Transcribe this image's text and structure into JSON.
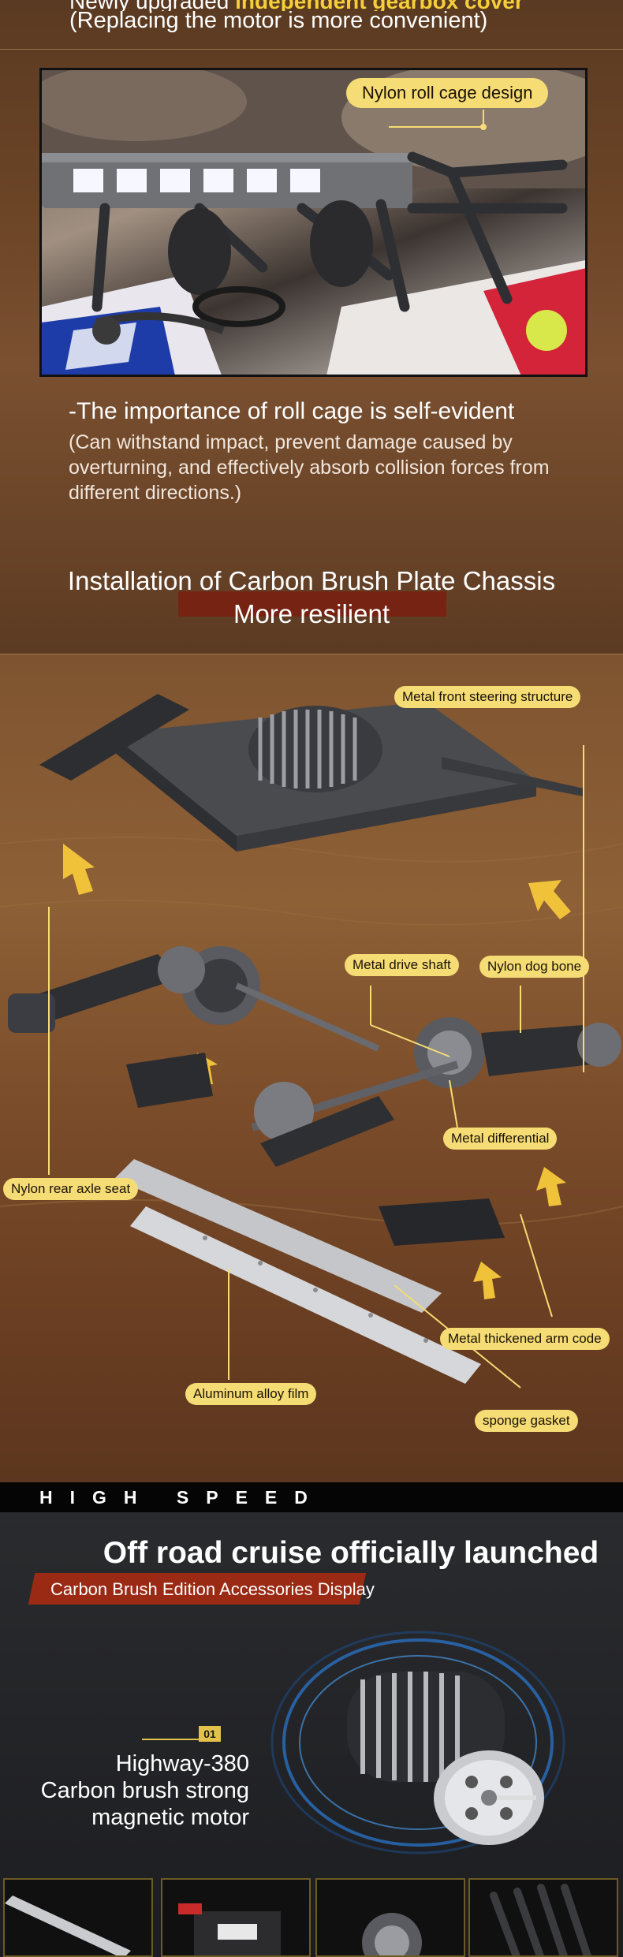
{
  "section_roll_cage": {
    "top_cut_line_plain": "Newly upgraded ",
    "top_cut_line_bold": "independent gearbox cover",
    "top_subtitle": "(Replacing the motor is more convenient)",
    "photo_tag": "Nylon roll cage design",
    "lead": "-The importance of roll cage is self-evident",
    "paragraph": "(Can withstand impact, prevent damage caused by overturning, and effectively absorb collision forces from different directions.)",
    "heading_line1": "Installation of Carbon Brush Plate Chassis",
    "heading_line2": "More resilient"
  },
  "section_chassis": {
    "labels": {
      "front_steering": "Metal front steering structure",
      "drive_shaft": "Metal drive shaft",
      "dog_bone": "Nylon dog bone",
      "differential": "Metal differential",
      "rear_axle": "Nylon rear axle seat",
      "arm_code": "Metal thickened arm code",
      "alloy_film": "Aluminum alloy film",
      "sponge": "sponge gasket"
    }
  },
  "section_high_speed": {
    "bar_text": "HIGH SPEED",
    "title": "Off road cruise officially launched",
    "banner": "Carbon Brush Edition Accessories Display",
    "badge": "01",
    "motor_lines": [
      "Highway-380",
      "Carbon brush strong",
      "magnetic motor"
    ]
  },
  "colors": {
    "accent_yellow": "#f6dc74",
    "banner_red": "#9a2a14",
    "section_brown": "#7a5030",
    "dark_bg": "#1c1d20"
  }
}
